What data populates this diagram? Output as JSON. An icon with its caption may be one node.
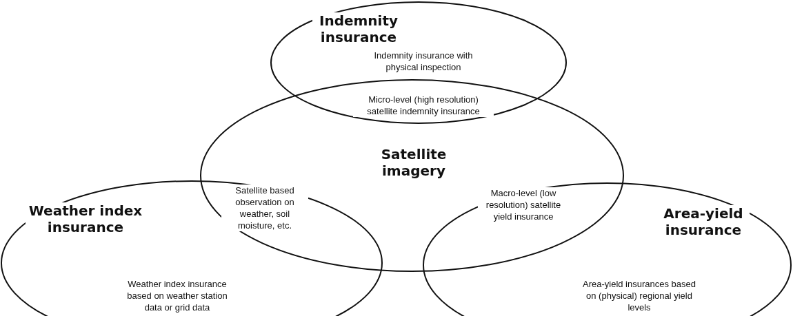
{
  "diagram": {
    "nodes": [
      {
        "text": [
          "Indemnity insurance",
          "Indemnity insurance with physical inspection"
        ]
      },
      {
        "text": [
          "Satellite imagery"
        ]
      },
      {
        "text": [
          "Weather index insurance",
          "Weather index insurance based on weather station data or grid data"
        ]
      },
      {
        "text": [
          "Area-yield insurance",
          "Area-yield insurances based on (physical) regional yield levels"
        ]
      }
    ],
    "labels": [
      "Micro-level (high resolution) satellite indemnity insurance",
      "Satellite based observation on weather, soil moisture, etc.",
      "Macro-level (low resolution) satellite yield insurance"
    ]
  }
}
